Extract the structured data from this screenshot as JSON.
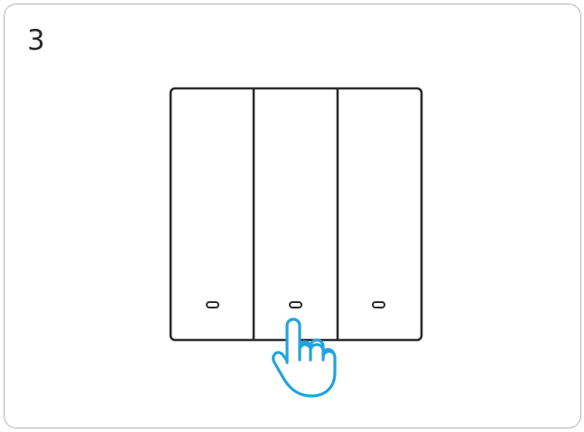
{
  "step": {
    "number": "3"
  },
  "illustration": {
    "gang_count": 3,
    "pressed_gang": 2,
    "icons": [
      "three-gang-switch-icon",
      "hand-pointer-icon"
    ],
    "colors": {
      "outline": "#2b2b2b",
      "hand": "#22a3dc",
      "card_border": "#b4b4b4"
    }
  }
}
